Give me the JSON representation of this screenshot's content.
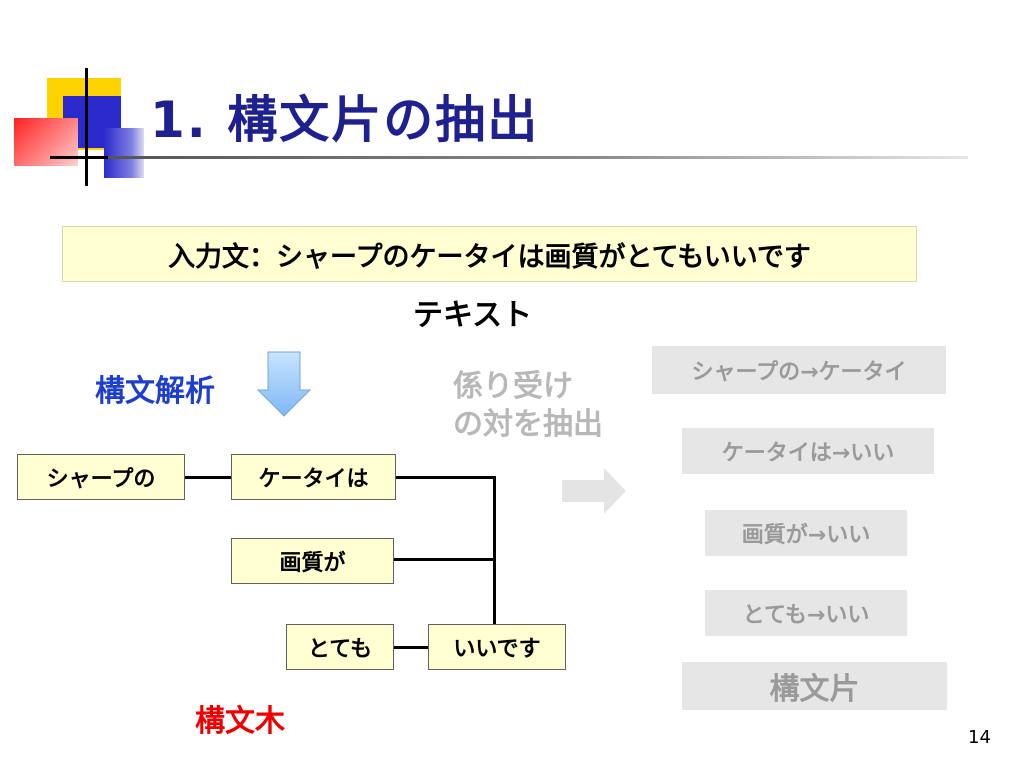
{
  "slide": {
    "title": "1.  構文片の抽出",
    "input_sentence": "入力文：シャープのケータイは画質がとてもいいです",
    "text_label": "テキスト",
    "parse_label": "構文解析",
    "tree_label": "構文木",
    "extract_label_line1": "係り受け",
    "extract_label_line2": "の対を抽出",
    "page_number": "14"
  },
  "tree": {
    "nodes": [
      "シャープの",
      "ケータイは",
      "画質が",
      "とても",
      "いいです"
    ]
  },
  "dependency_pairs": [
    "シャープの→ケータイ",
    "ケータイは→いい",
    "画質が→いい",
    "とても→いい"
  ],
  "result_label": "構文片",
  "colors": {
    "title": "#1f2090",
    "parse_label": "#1e3ecc",
    "tree_label": "#ee0000",
    "node_fill": "#ffffd2",
    "gray_box": "#e6e6e6",
    "down_arrow": "#99ccff",
    "right_arrow": "#e4e4e4"
  },
  "icons": [
    "logo-squares-icon",
    "down-arrow-icon",
    "right-arrow-icon"
  ]
}
